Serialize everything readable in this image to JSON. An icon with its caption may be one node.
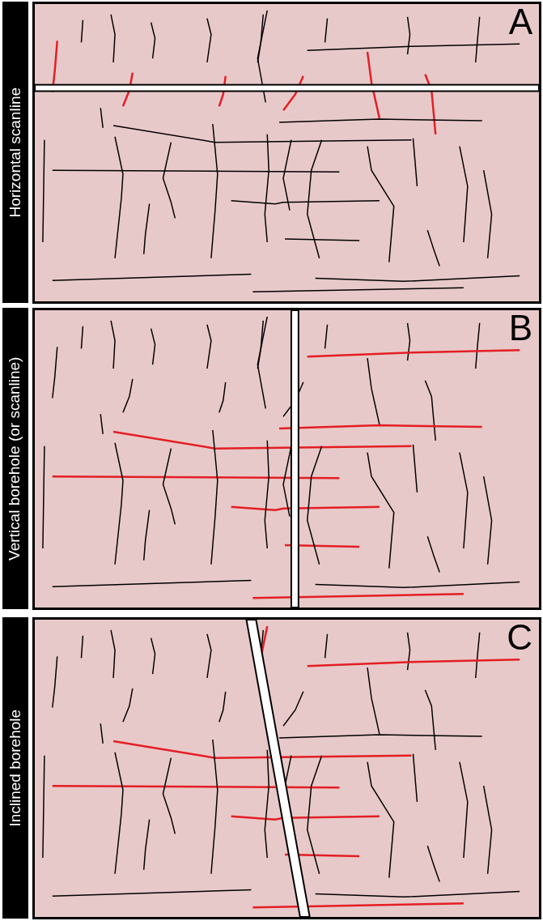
{
  "diagram": {
    "nodes": [
      {
        "text": [
          "Horizontal scanline"
        ]
      },
      {
        "text": [
          "A"
        ]
      },
      {
        "text": [
          "Vertical borehole (or scanline)"
        ]
      },
      {
        "text": [
          "B"
        ]
      },
      {
        "text": [
          "Inclined borehole"
        ]
      },
      {
        "text": [
          "C"
        ]
      }
    ]
  }
}
